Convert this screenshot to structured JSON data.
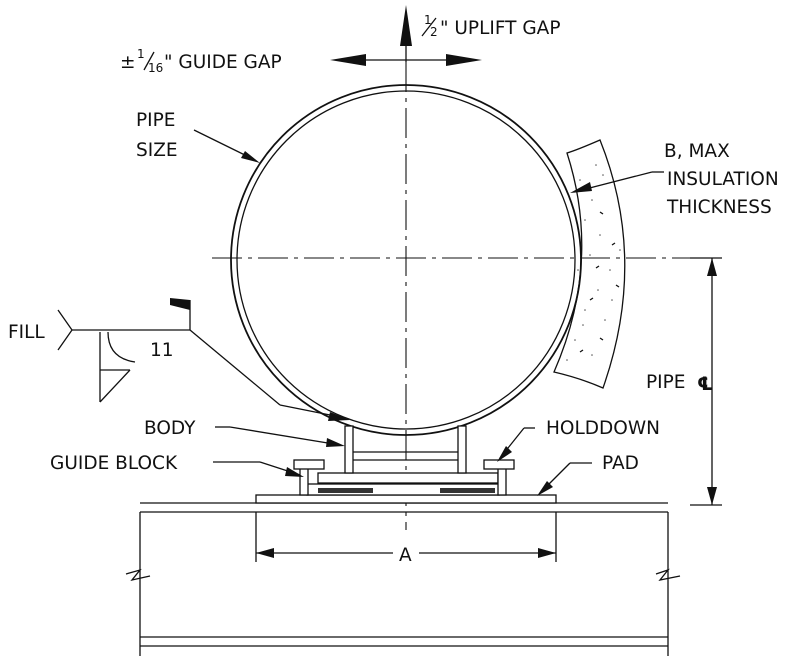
{
  "labels": {
    "uplift_gap": "\" UPLIFT GAP",
    "uplift_frac_num": "1",
    "uplift_frac_den": "2",
    "guide_gap_pm": "±",
    "guide_gap_frac_num": "1",
    "guide_gap_frac_den": "16",
    "guide_gap": "\" GUIDE GAP",
    "pipe": "PIPE",
    "size": "SIZE",
    "b_max": "B, MAX",
    "insulation": "INSULATION",
    "thickness": "THICKNESS",
    "fill": "FILL",
    "weld_size": "11",
    "pipe_cl": "PIPE",
    "cl_symbol": "℄",
    "body": "BODY",
    "holddown": "HOLDDOWN",
    "guide_block": "GUIDE BLOCK",
    "pad": "PAD",
    "dim_a": "A"
  }
}
